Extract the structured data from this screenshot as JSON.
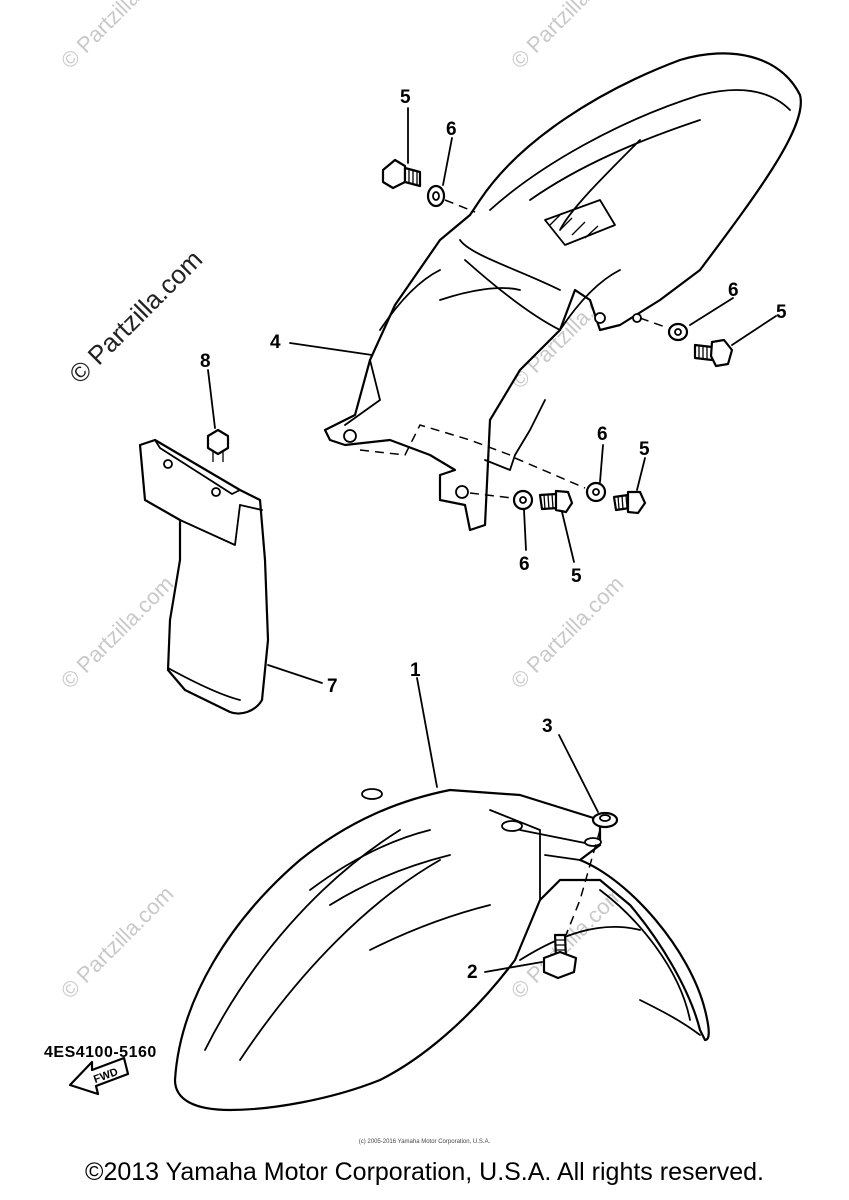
{
  "watermark": "© Partzilla.com",
  "callouts": {
    "c1": "1",
    "c2": "2",
    "c3": "3",
    "c4": "4",
    "c5a": "5",
    "c5b": "5",
    "c5c": "5",
    "c5d": "5",
    "c6a": "6",
    "c6b": "6",
    "c6c": "6",
    "c6d": "6",
    "c7": "7",
    "c8": "8"
  },
  "fwd_label": "FWD",
  "diagram_code": "4ES4100-5160",
  "tiny_notice": "(c) 2005-2016 Yamaha Motor Corporation, U.S.A.",
  "copyright": "©2013 Yamaha Motor Corporation, U.S.A. All rights reserved."
}
